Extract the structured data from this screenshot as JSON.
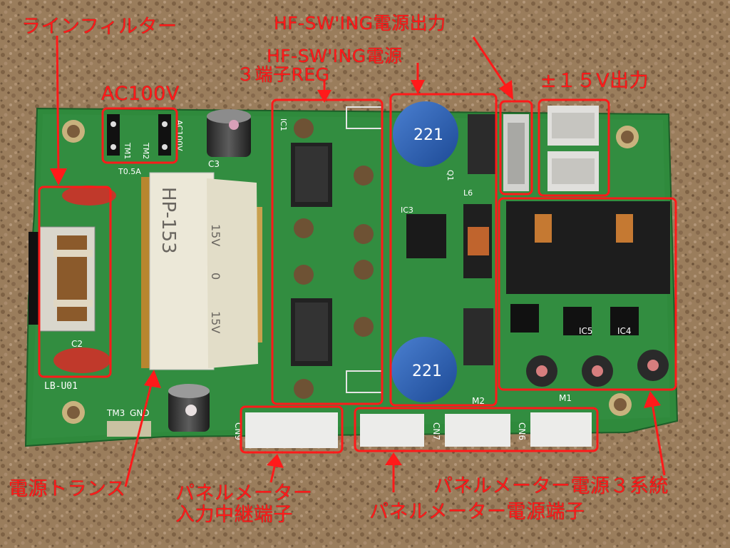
{
  "annotations": {
    "line_filter": "ラインフィルター",
    "ac100v": "AC100V",
    "hf_power_output": "HF-SW'ING電源出力",
    "hf_power": "HF-SW'ING電源",
    "regulator": "３端子REG",
    "pm15v_output": "±１５V出力",
    "power_transformer": "電源トランス",
    "panel_meter_input_1": "パネルメーター",
    "panel_meter_input_2": "入力中継端子",
    "panel_meter_power_terminal": "パネルメーター電源端子",
    "panel_meter_power_3ch": "パネルメーター電源３系統"
  },
  "board_markings": {
    "transformer_model": "HP-153",
    "transformer_tap_15v": "15V",
    "transformer_tap_0": "0",
    "transformer_tap_15v_b": "15V",
    "inductor_value": "221",
    "ac_silk": "AC100V",
    "tm1": "TM1",
    "tm2": "TM2",
    "tm3": "TM3",
    "gnd": "GND",
    "c3": "C3",
    "ic1": "IC1",
    "ic3": "IC3",
    "ic4": "IC4",
    "ic5": "IC5",
    "q1": "Q1",
    "l6": "L6",
    "m2": "M2",
    "m1": "M1",
    "cn9": "CN9",
    "cn7": "CN7",
    "cn6": "CN6",
    "lb": "LB-U01",
    "c2": "C2",
    "fuse": "T0.5A"
  },
  "colors": {
    "annotation": "#ff1a1a",
    "pcb": "#2f8a3c",
    "background": "#9a7d5c"
  }
}
